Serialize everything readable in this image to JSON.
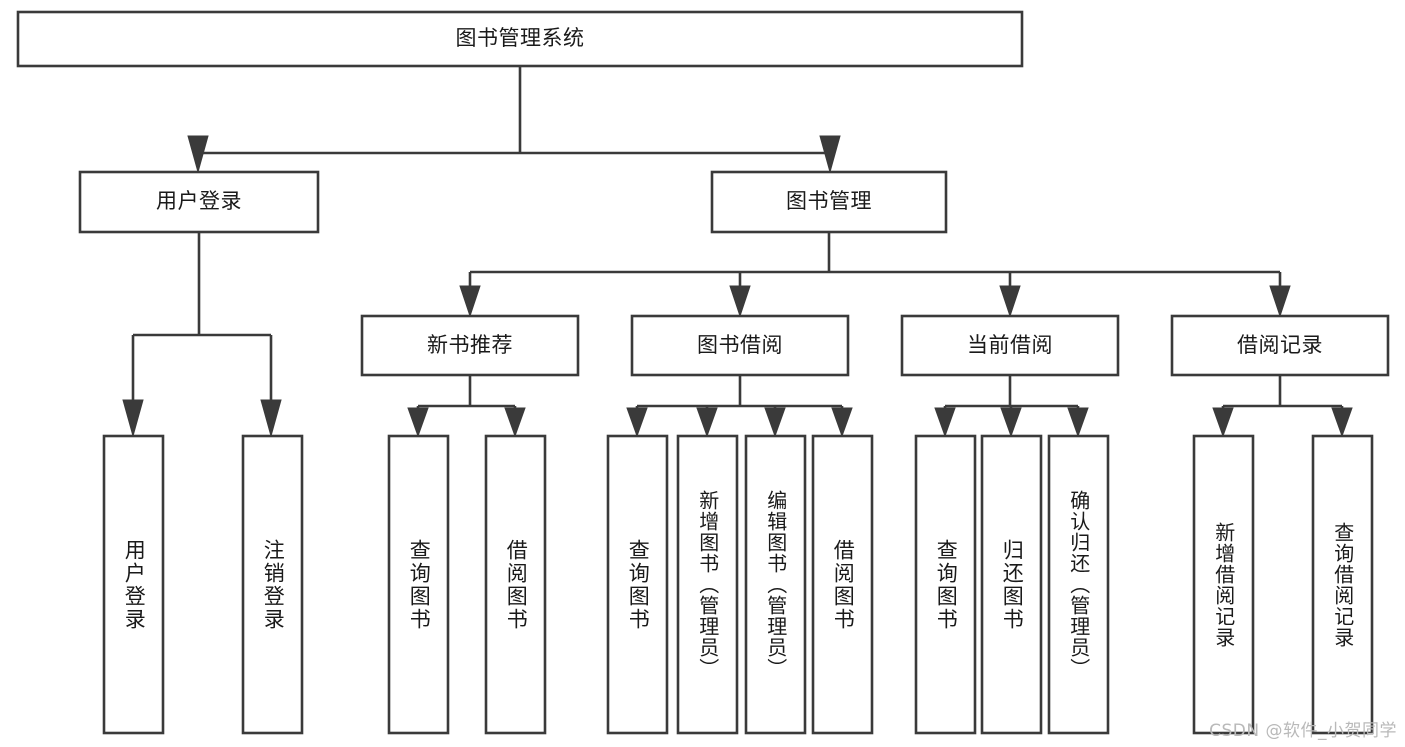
{
  "diagram": {
    "title": "图书管理系统",
    "type": "tree-hierarchy",
    "root": {
      "id": "root",
      "label": "图书管理系统"
    },
    "level2": [
      {
        "id": "user-login",
        "label": "用户登录"
      },
      {
        "id": "book-management",
        "label": "图书管理"
      }
    ],
    "level3": [
      {
        "id": "new-book-recommend",
        "label": "新书推荐",
        "parent": "book-management"
      },
      {
        "id": "book-borrow",
        "label": "图书借阅",
        "parent": "book-management"
      },
      {
        "id": "current-borrow",
        "label": "当前借阅",
        "parent": "book-management"
      },
      {
        "id": "borrow-record",
        "label": "借阅记录",
        "parent": "book-management"
      }
    ],
    "leaves": {
      "user-login": [
        {
          "id": "leaf-user-login",
          "label": "用户登录"
        },
        {
          "id": "leaf-logout-login",
          "label": "注销登录"
        }
      ],
      "new-book-recommend": [
        {
          "id": "leaf-query-book-1",
          "label": "查询图书"
        },
        {
          "id": "leaf-borrow-book-1",
          "label": "借阅图书"
        }
      ],
      "book-borrow": [
        {
          "id": "leaf-query-book-2",
          "label": "查询图书"
        },
        {
          "id": "leaf-add-book-admin",
          "label": "新增图书（管理员）"
        },
        {
          "id": "leaf-edit-book-admin",
          "label": "编辑图书（管理员）"
        },
        {
          "id": "leaf-borrow-book-2",
          "label": "借阅图书"
        }
      ],
      "current-borrow": [
        {
          "id": "leaf-query-book-3",
          "label": "查询图书"
        },
        {
          "id": "leaf-return-book",
          "label": "归还图书"
        },
        {
          "id": "leaf-confirm-return-admin",
          "label": "确认归还（管理员）"
        }
      ],
      "borrow-record": [
        {
          "id": "leaf-add-borrow-record",
          "label": "新增借阅记录"
        },
        {
          "id": "leaf-query-borrow-record",
          "label": "查询借阅记录"
        }
      ]
    }
  },
  "watermark": {
    "text": "CSDN @软件_小贺同学"
  },
  "colors": {
    "stroke": "#3a3a3a",
    "box_fill": "#ffffff",
    "text": "#1a1a1a",
    "background": "#ffffff",
    "watermark": "#b9b9b9"
  }
}
